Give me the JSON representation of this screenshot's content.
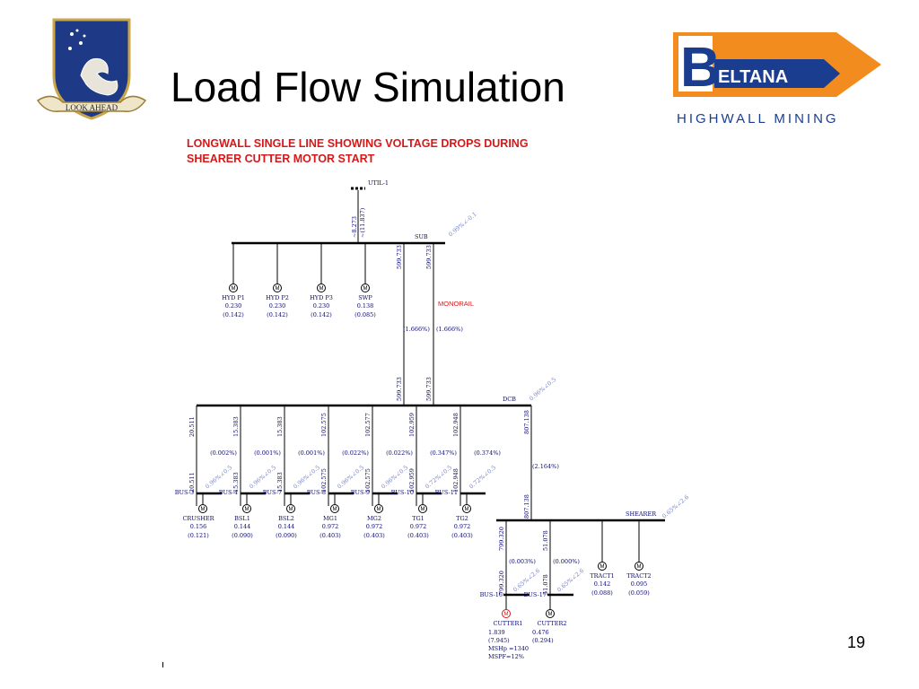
{
  "title": "Load Flow Simulation",
  "page_number": "19",
  "logo": {
    "crest_motto": "LOOK AHEAD",
    "brand_letter": "B",
    "brand_name": "ELTANA",
    "brand_tagline": "HIGHWALL MINING",
    "brand_blue": "#1a3d8f",
    "brand_orange": "#f28c1e"
  },
  "diagram": {
    "heading": [
      "LONGWALL SINGLE LINE SHOWING VOLTAGE DROPS DURING",
      "SHEARER CUTTER MOTOR START"
    ],
    "colors": {
      "line": "#000000",
      "label": "#0a0a6e",
      "angle": "#7a86c8",
      "highlight": "#d81818",
      "monorail": "#d81818"
    },
    "util": {
      "name": "UTIL-1",
      "flow_a": "~8.273",
      "flow_b": "~(11.837)"
    },
    "sub": {
      "name": "SUB",
      "angle": "0.99%∠-0.1",
      "feeder_a": "599.733",
      "feeder_b": "599.733",
      "drop_a": "(1.666%)",
      "drop_b": "(1.666%)",
      "monorail": "MONORAIL"
    },
    "sub_loads": [
      {
        "name": "HYD P1",
        "kw": "0.230",
        "kvar": "(0.142)"
      },
      {
        "name": "HYD P2",
        "kw": "0.230",
        "kvar": "(0.142)"
      },
      {
        "name": "HYD P3",
        "kw": "0.230",
        "kvar": "(0.142)"
      },
      {
        "name": "SWP",
        "kw": "0.138",
        "kvar": "(0.085)"
      }
    ],
    "dcb": {
      "name": "DCB",
      "angle": "0.96%∠0.5",
      "in_a": "599.733",
      "in_b": "599.733"
    },
    "dcb_branches": [
      {
        "flow_top": "20.511",
        "drop": "(0.002%)",
        "flow_bot": "20.511",
        "angle": "0.96%∠0.5",
        "bus": "BUS-3",
        "motor": "CRUSHER",
        "kw": "0.156",
        "kvar": "(0.121)"
      },
      {
        "flow_top": "15.383",
        "drop": "(0.001%)",
        "flow_bot": "15.383",
        "angle": "0.96%∠0.5",
        "bus": "BUS-4",
        "motor": "BSL1",
        "kw": "0.144",
        "kvar": "(0.090)"
      },
      {
        "flow_top": "15.383",
        "drop": "(0.001%)",
        "flow_bot": "15.383",
        "angle": "0.96%∠0.5",
        "bus": "BUS-7",
        "motor": "BSL2",
        "kw": "0.144",
        "kvar": "(0.090)"
      },
      {
        "flow_top": "102.575",
        "drop": "(0.022%)",
        "flow_bot": "102.575",
        "angle": "0.96%∠0.5",
        "bus": "BUS-8",
        "motor": "MG1",
        "kw": "0.972",
        "kvar": "(0.403)"
      },
      {
        "flow_top": "102.577",
        "drop": "(0.022%)",
        "flow_bot": "102.575",
        "angle": "0.96%∠0.5",
        "bus": "BUS-9",
        "motor": "MG2",
        "kw": "0.972",
        "kvar": "(0.403)"
      },
      {
        "flow_top": "102.959",
        "drop": "(0.347%)",
        "flow_bot": "102.959",
        "angle": "0.72%∠0.5",
        "bus": "BUS-10",
        "motor": "TG1",
        "kw": "0.972",
        "kvar": "(0.403)"
      },
      {
        "flow_top": "102.948",
        "drop": "(0.374%)",
        "flow_bot": "102.948",
        "angle": "0.72%∠0.5",
        "bus": "BUS-11",
        "motor": "TG2",
        "kw": "0.972",
        "kvar": "(0.403)"
      }
    ],
    "shearer_feeder": {
      "flow_top": "807.138",
      "drop": "(2.164%)",
      "flow_bot": "807.138"
    },
    "shearer": {
      "name": "SHEARER",
      "angle": "0.65%∠2.6"
    },
    "shearer_branches": [
      {
        "flow_top": "799.320",
        "drop": "(0.003%)",
        "flow_bot": "799.320",
        "angle": "0.65%∠2.6",
        "bus": "BUS-16",
        "motor": "CUTTER1",
        "lines": [
          "1.839",
          "(7.945)",
          "MSHp =1340",
          "MSPF=12%"
        ]
      },
      {
        "flow_top": "51.078",
        "drop": "(0.000%)",
        "flow_bot": "51.078",
        "angle": "0.65%∠2.6",
        "bus": "BUS-17",
        "motor": "CUTTER2",
        "lines": [
          "0.476",
          "(0.294)"
        ]
      }
    ],
    "shearer_loads": [
      {
        "name": "TRACT1",
        "kw": "0.142",
        "kvar": "(0.088)"
      },
      {
        "name": "TRACT2",
        "kw": "0.095",
        "kvar": "(0.059)"
      }
    ]
  }
}
